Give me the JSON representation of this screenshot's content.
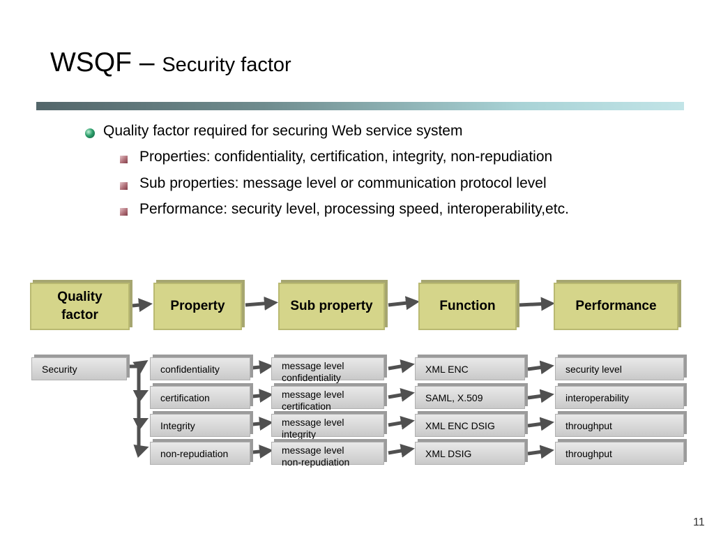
{
  "slide": {
    "title_main": "WSQF – ",
    "title_sub": "Security factor",
    "page_number": "11"
  },
  "bullets": [
    {
      "level": 1,
      "text": "Quality factor required for securing Web service system"
    },
    {
      "level": 2,
      "text": "Properties: confidentiality, certification, integrity, non-repudiation"
    },
    {
      "level": 2,
      "text": "Sub properties: message level or communication protocol level"
    },
    {
      "level": 2,
      "text": "Performance: security level, processing speed, interoperability,etc."
    }
  ],
  "diagram": {
    "headers": [
      "Quality\n factor",
      "Property",
      "Sub property",
      "Function",
      "Performance"
    ],
    "factor": "Security",
    "rows": [
      [
        "confidentiality",
        "message level\nconfidentiality",
        "XML ENC",
        "security level"
      ],
      [
        "certification",
        "message level\ncertification",
        "SAML, X.509",
        "interoperability"
      ],
      [
        "Integrity",
        "message level\nintegrity",
        "XML ENC DSIG",
        "throughput"
      ],
      [
        "non-repudiation",
        "message level\nnon-repudiation",
        "XML DSIG",
        "throughput"
      ]
    ],
    "colors": {
      "header_fill": "#d5d58a",
      "cell_fill": "#d9d9d9",
      "connector": "#505050"
    }
  }
}
